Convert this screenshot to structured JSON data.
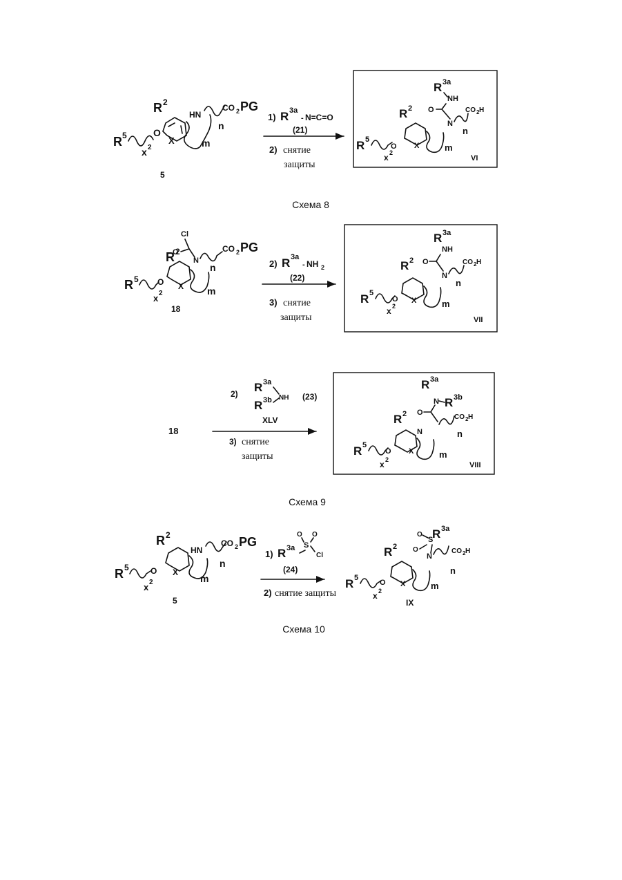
{
  "scheme8": {
    "caption": "Схема 8",
    "start_label": "5",
    "step1": "1)",
    "reagent_iso": "N=C=O",
    "reagent_num": "(21)",
    "step2": "2)",
    "deprotect_1": "снятие",
    "deprotect_2": "защиты",
    "product_label": "VI"
  },
  "scheme9": {
    "caption": "Схема 9",
    "start_label": "18",
    "step2": "2)",
    "reagent_nh2": "NH",
    "reagent_num": "(22)",
    "step3": "3)",
    "deprotect_1": "снятие",
    "deprotect_2": "защиты",
    "product_label": "VII",
    "second_start": "18",
    "xlv_step": "2)",
    "xlv_num": "(23)",
    "xlv_label": "XLV",
    "xlv_step3": "3)",
    "xlv_deprotect_1": "снятие",
    "xlv_deprotect_2": "защиты",
    "product2_label": "VIII"
  },
  "scheme10": {
    "caption": "Схема 10",
    "start_label": "5",
    "step1": "1)",
    "reagent_num": "(24)",
    "step2": "2)",
    "deprotect": "снятие защиты",
    "product_label": "IX"
  },
  "atoms": {
    "R": "R",
    "R2_sup": "2",
    "R5_sup": "5",
    "x2": "x",
    "x2_sup": "2",
    "O": "O",
    "X": "X",
    "m": "m",
    "n": "n",
    "HN": "HN",
    "NH": "NH",
    "N": "N",
    "CO2PG": "CO",
    "PG": "PG",
    "CO2H": "CO",
    "H": "H",
    "sub2": "2",
    "R3a_sup": "3a",
    "R3b_sup": "3b",
    "Cl": "Cl",
    "S": "S"
  }
}
